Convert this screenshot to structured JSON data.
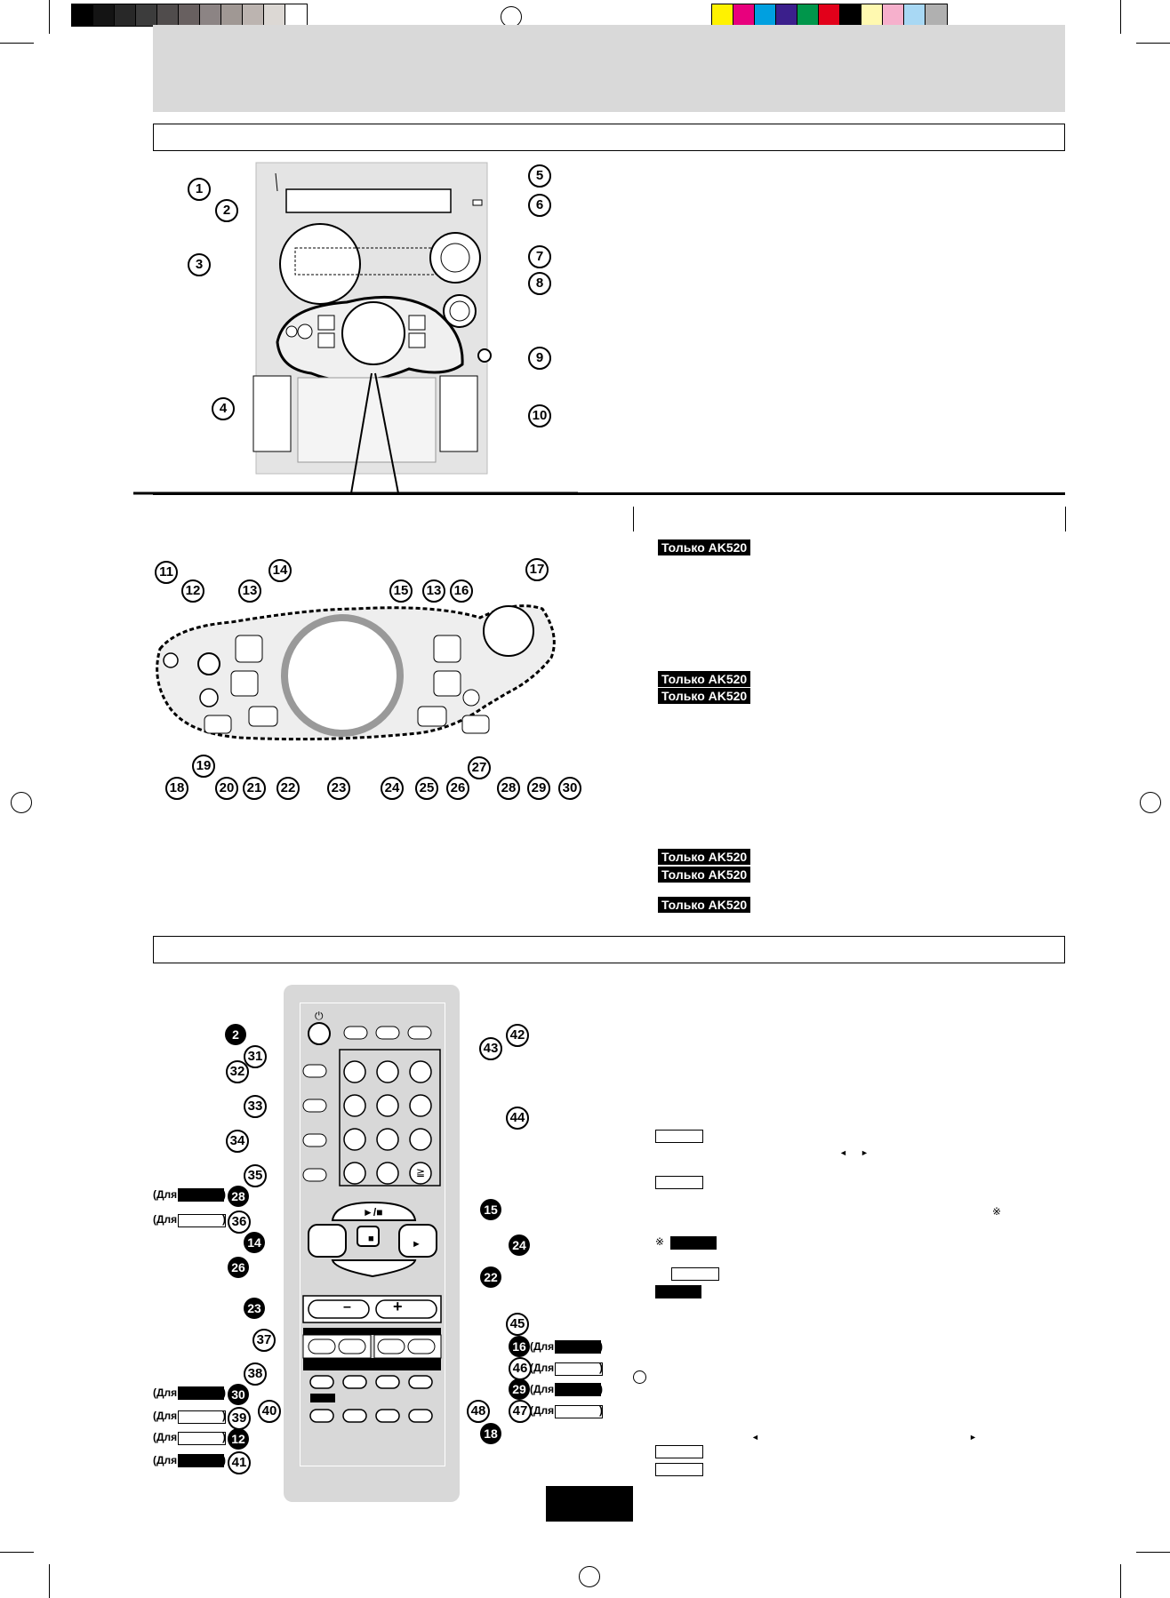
{
  "color_bar": {
    "grays": [
      "#000000",
      "#141414",
      "#282828",
      "#3c3c3c",
      "#504c4c",
      "#686060",
      "#8c8484",
      "#a09894",
      "#bcb4b0",
      "#dcd8d4",
      "#ffffff"
    ],
    "colors": [
      "#fff200",
      "#e8007d",
      "#00a0e0",
      "#3b1f8c",
      "#00964b",
      "#e2001a",
      "#000000",
      "#fff9b0",
      "#f6b0cc",
      "#a8d8f4",
      "#b0b0b0"
    ]
  },
  "labels": {
    "model_tag": "Только AK520"
  },
  "main_unit_numbers": [
    "1",
    "2",
    "3",
    "4",
    "5",
    "6",
    "7",
    "8",
    "9",
    "10"
  ],
  "panel_numbers": [
    "11",
    "12",
    "13",
    "14",
    "15",
    "13",
    "16",
    "17",
    "18",
    "19",
    "20",
    "21",
    "22",
    "23",
    "24",
    "25",
    "26",
    "27",
    "28",
    "29",
    "30"
  ],
  "remote_numbers_left": [
    "2",
    "31",
    "32",
    "33",
    "34",
    "35",
    "28",
    "36",
    "14",
    "26",
    "23",
    "37",
    "38",
    "30",
    "39",
    "40",
    "12",
    "41"
  ],
  "remote_numbers_right": [
    "42",
    "43",
    "44",
    "15",
    "24",
    "22",
    "45",
    "16",
    "46",
    "29",
    "47",
    "48",
    "18"
  ],
  "remote": {
    "dla": "(Для",
    "close": ")",
    "minus": "–",
    "plus": "+",
    "play_stop": "►/■",
    "stop": "■",
    "play": "►",
    "power_icon": "⏻"
  },
  "keypad": [
    "",
    "",
    "",
    "",
    "",
    "",
    "",
    "",
    "",
    "",
    "",
    "≧"
  ],
  "text_marks": {
    "reference_mark": "※",
    "arrow_left": "◄",
    "arrow_right": "►"
  }
}
